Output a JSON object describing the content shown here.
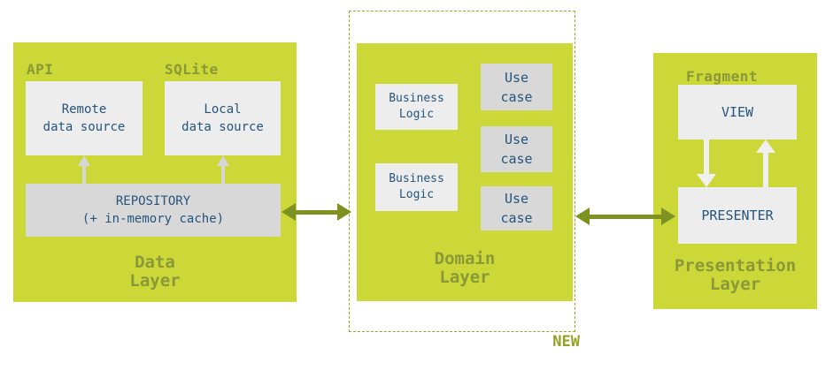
{
  "palette": {
    "layer_green": "#cbd838",
    "label_olive": "#8b9838",
    "arrow_olive": "#7e9222",
    "dashed_border": "#9aa827",
    "new_label": "#93a222",
    "text_navy": "#26547c",
    "box_light_gray": "#ededed",
    "box_mid_gray": "#d8d8d8",
    "small_arrow_gray": "#d6d6d6",
    "vertical_arrow_white": "#f0f0f0"
  },
  "data_layer": {
    "title": "Data\nLayer",
    "api_label": "API",
    "sqlite_label": "SQLite",
    "remote_source": "Remote\ndata source",
    "local_source": "Local\ndata source",
    "repository": "REPOSITORY\n(+ in-memory cache)"
  },
  "domain_layer": {
    "title": "Domain\nLayer",
    "new_badge": "NEW",
    "business_logic": [
      "Business\nLogic",
      "Business\nLogic"
    ],
    "use_cases": [
      "Use\ncase",
      "Use\ncase",
      "Use\ncase"
    ]
  },
  "presentation_layer": {
    "title": "Presentation\nLayer",
    "fragment_label": "Fragment",
    "view": "VIEW",
    "presenter": "PRESENTER"
  },
  "connectors": {
    "data_to_domain": "double-headed-arrow",
    "domain_to_presentation": "double-headed-arrow",
    "repository_to_remote": "up-arrow",
    "repository_to_local": "up-arrow",
    "view_to_presenter": "down-arrow",
    "presenter_to_view": "up-arrow"
  }
}
